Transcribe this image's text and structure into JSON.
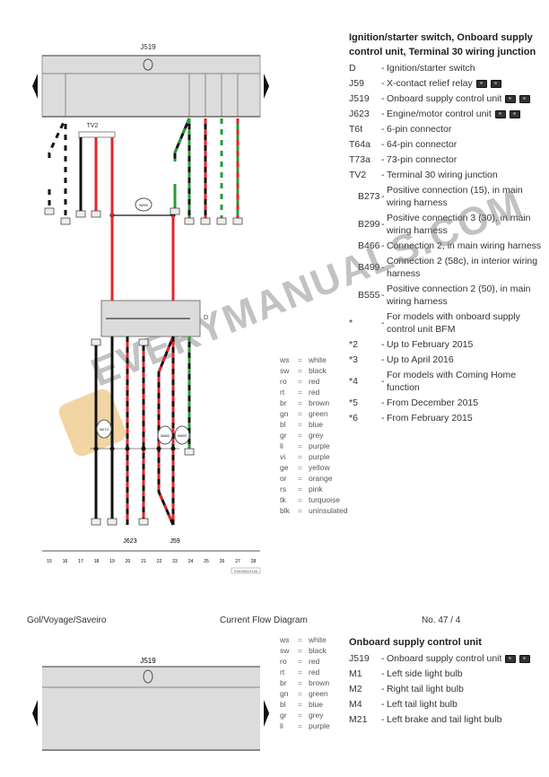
{
  "diagram_top": {
    "unit_label": "J519",
    "junction_label": "TV2",
    "switch_label": "D",
    "bottom_labels": [
      "J623",
      "J59"
    ],
    "connection_labels": [
      "B299",
      "B273",
      "B466",
      "B499"
    ],
    "track_numbers": [
      "15",
      "16",
      "17",
      "18",
      "19",
      "20",
      "21",
      "22",
      "23",
      "24",
      "25",
      "26",
      "27",
      "28"
    ],
    "reference": "ESK06010148"
  },
  "legend_top": {
    "title": "Ignition/starter switch, Onboard supply control unit, Terminal 30 wiring junction",
    "items": [
      {
        "code": "D",
        "desc": "Ignition/starter switch",
        "icons": 0
      },
      {
        "code": "J59",
        "desc": "X-contact relief relay",
        "icons": 2
      },
      {
        "code": "J519",
        "desc": "Onboard supply control unit",
        "icons": 2
      },
      {
        "code": "J623",
        "desc": "Engine/motor control unit",
        "icons": 2
      },
      {
        "code": "T6t",
        "desc": "6-pin connector",
        "icons": 0
      },
      {
        "code": "T64a",
        "desc": "64-pin connector",
        "icons": 0
      },
      {
        "code": "T73a",
        "desc": "73-pin connector",
        "icons": 0
      },
      {
        "code": "TV2",
        "desc": "Terminal 30 wiring junction",
        "icons": 0
      },
      {
        "code": "B273",
        "desc": "Positive connection (15), in main wiring harness",
        "icons": 0,
        "indent": true
      },
      {
        "code": "B299",
        "desc": "Positive connection 3 (30), in main wiring harness",
        "icons": 0,
        "indent": true
      },
      {
        "code": "B466",
        "desc": "Connection 2, in main wiring harness",
        "icons": 0,
        "indent": true
      },
      {
        "code": "B499",
        "desc": "Connection 2 (58c), in interior wiring harness",
        "icons": 0,
        "indent": true
      },
      {
        "code": "B555",
        "desc": "Positive connection 2 (50), in main wiring harness",
        "icons": 0,
        "indent": true
      },
      {
        "code": "*",
        "desc": "For models with onboard supply control unit BFM",
        "icons": 0
      },
      {
        "code": "*2",
        "desc": "Up to February 2015",
        "icons": 0
      },
      {
        "code": "*3",
        "desc": "Up to April 2016",
        "icons": 0
      },
      {
        "code": "*4",
        "desc": "For models with Coming Home function",
        "icons": 0
      },
      {
        "code": "*5",
        "desc": "From December 2015",
        "icons": 0
      },
      {
        "code": "*6",
        "desc": "From February 2015",
        "icons": 0
      }
    ]
  },
  "colors_top": [
    {
      "k": "ws",
      "v": "white"
    },
    {
      "k": "sw",
      "v": "black"
    },
    {
      "k": "ro",
      "v": "red"
    },
    {
      "k": "rt",
      "v": "red"
    },
    {
      "k": "br",
      "v": "brown"
    },
    {
      "k": "gn",
      "v": "green"
    },
    {
      "k": "bl",
      "v": "blue"
    },
    {
      "k": "gr",
      "v": "grey"
    },
    {
      "k": "li",
      "v": "purple"
    },
    {
      "k": "vi",
      "v": "purple"
    },
    {
      "k": "ge",
      "v": "yellow"
    },
    {
      "k": "or",
      "v": "orange"
    },
    {
      "k": "rs",
      "v": "pink"
    },
    {
      "k": "tk",
      "v": "turquoise"
    },
    {
      "k": "blk",
      "v": "uninsulated"
    }
  ],
  "footer": {
    "left": "Gol/Voyage/Saveiro",
    "center": "Current Flow Diagram",
    "right": "No.  47 / 4"
  },
  "diagram_bottom": {
    "unit_label": "J519"
  },
  "colors_bottom": [
    {
      "k": "ws",
      "v": "white"
    },
    {
      "k": "sw",
      "v": "black"
    },
    {
      "k": "ro",
      "v": "red"
    },
    {
      "k": "rt",
      "v": "red"
    },
    {
      "k": "br",
      "v": "brown"
    },
    {
      "k": "gn",
      "v": "green"
    },
    {
      "k": "bl",
      "v": "blue"
    },
    {
      "k": "gr",
      "v": "grey"
    },
    {
      "k": "li",
      "v": "purple"
    }
  ],
  "legend_bottom": {
    "title": "Onboard supply control unit",
    "items": [
      {
        "code": "J519",
        "desc": "Onboard supply control unit",
        "icons": 2
      },
      {
        "code": "M1",
        "desc": "Left side light bulb",
        "icons": 0
      },
      {
        "code": "M2",
        "desc": "Right tail light bulb",
        "icons": 0
      },
      {
        "code": "M4",
        "desc": "Left tail light bulb",
        "icons": 0
      },
      {
        "code": "M21",
        "desc": "Left brake and tail light bulb",
        "icons": 0
      }
    ]
  },
  "watermark": "EVERYMANUALS.COM"
}
